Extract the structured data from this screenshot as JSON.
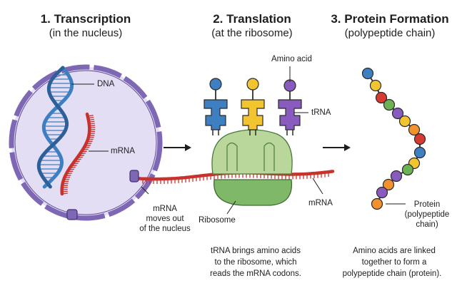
{
  "sections": [
    {
      "title": "1. Transcription",
      "subtitle": "(in the nucleus)"
    },
    {
      "title": "2. Translation",
      "subtitle": "(at the ribosome)"
    },
    {
      "title": "3. Protein Formation",
      "subtitle": "(polypeptide chain)"
    }
  ],
  "labels": {
    "dna": "DNA",
    "mrna_nucleus": "mRNA",
    "mrna_out": [
      "mRNA",
      "moves out",
      "of the nucleus"
    ],
    "amino_acid": "Amino acid",
    "trna": "tRNA",
    "ribosome": "Ribosome",
    "mrna_strand": "mRNA",
    "protein": [
      "Protein",
      "(polypeptide",
      "chain)"
    ]
  },
  "captions": {
    "translation": [
      "tRNA brings amino acids",
      "to the ribosome, which",
      "reads the mRNA codons."
    ],
    "protein": [
      "Amino acids are linked",
      "together to form a",
      "polypeptide chain (protein)."
    ]
  },
  "colors": {
    "nucleus_fill": "#e4def5",
    "nucleus_border": "#7e68b5",
    "dna": "#3d7fc1",
    "mrna": "#c8322c",
    "ribosome_large": "#b9d79a",
    "ribosome_small": "#7eb868",
    "amino_blue": "#3d7fc1",
    "amino_yellow": "#f2c530",
    "amino_purple": "#8a5bbf",
    "amino_green": "#6cb255",
    "amino_orange": "#f2922e",
    "amino_red": "#d63a30"
  },
  "protein_chain_colors": [
    "blue",
    "yellow",
    "red",
    "green",
    "purple",
    "yellow",
    "orange",
    "red",
    "blue",
    "yellow",
    "green",
    "purple",
    "orange",
    "purple",
    "orange"
  ]
}
